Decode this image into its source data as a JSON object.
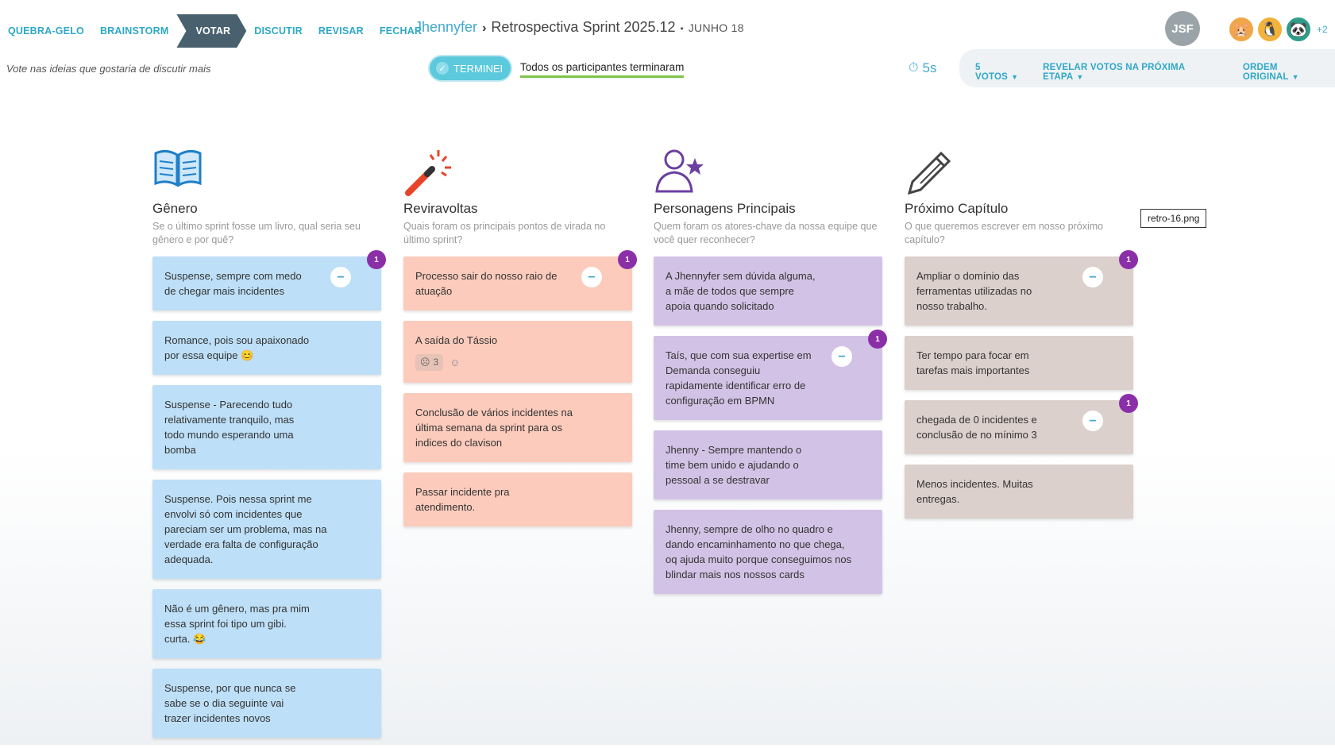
{
  "stages": [
    "QUEBRA-GELO",
    "BRAINSTORM",
    "VOTAR",
    "DISCUTIR",
    "REVISAR",
    "FECHAR"
  ],
  "header": {
    "user": "Jhennyfer",
    "retro_name": "Retrospectiva Sprint 2025.12",
    "date": "JUNHO 18",
    "me_initials": "JSF",
    "more_participants": "+2"
  },
  "subbar": {
    "hint": "Vote nas ideias que gostaria de discutir mais",
    "done_label": "TERMINEI",
    "all_done": "Todos os participantes terminaram",
    "timer": "5s",
    "votes_option": "5 VOTOS",
    "reveal_option": "REVELAR VOTOS NA PRÓXIMA ETAPA",
    "order_option": "ORDEM ORIGINAL"
  },
  "columns": [
    {
      "title": "Gênero",
      "description": "Se o último sprint fosse um livro, qual seria seu gênero e por quê?",
      "cards": [
        {
          "text": "Suspense, sempre com medo de chegar mais incidentes",
          "votes": "1"
        },
        {
          "text": "Romance, pois sou apaixonado por essa equipe 😊"
        },
        {
          "text": "Suspense - Parecendo tudo relativamente tranquilo, mas todo mundo esperando uma bomba"
        },
        {
          "text": "Suspense. Pois nessa sprint me envolvi só com incidentes que pareciam ser um problema, mas na verdade era falta de configuração adequada."
        },
        {
          "text": "Não é um gênero, mas pra mim essa sprint foi tipo um gibi. curta. 😂"
        },
        {
          "text": "Suspense, por que nunca se sabe se o dia seguinte vai trazer incidentes novos"
        }
      ]
    },
    {
      "title": "Reviravoltas",
      "description": "Quais foram os principais pontos de virada no último sprint?",
      "cards": [
        {
          "text": "Processo sair do nosso raio de atuação",
          "votes": "1"
        },
        {
          "text": "A saída do Tássio",
          "reaction_count": "3"
        },
        {
          "text": "Conclusão de vários incidentes na última semana da sprint para os indices do clavison"
        },
        {
          "text": "Passar incidente pra atendimento."
        }
      ]
    },
    {
      "title": "Personagens Principais",
      "description": "Quem foram os atores-chave da nossa equipe que você quer reconhecer?",
      "cards": [
        {
          "text": "A Jhennyfer sem dúvida alguma, a mãe de todos que sempre apoia quando solicitado"
        },
        {
          "text": "Taís, que com sua expertise em Demanda conseguiu rapidamente identificar erro de configuração em BPMN",
          "votes": "1"
        },
        {
          "text": "Jhenny - Sempre mantendo o time bem unido e ajudando o pessoal a se destravar"
        },
        {
          "text": "Jhenny, sempre de olho no quadro e dando encaminhamento no que chega, oq ajuda muito porque conseguimos nos blindar mais nos nossos cards"
        }
      ]
    },
    {
      "title": "Próximo Capítulo",
      "description": "O que queremos escrever em nosso próximo capítulo?",
      "cards": [
        {
          "text": "Ampliar o domínio das ferramentas utilizadas no nosso trabalho.",
          "votes": "1"
        },
        {
          "text": "Ter tempo para focar em tarefas mais importantes"
        },
        {
          "text": "chegada de 0 incidentes e conclusão de no mínimo 3",
          "votes": "1"
        },
        {
          "text": "Menos incidentes. Muitas entregas."
        }
      ]
    }
  ],
  "file_tag": "retro-16.png"
}
